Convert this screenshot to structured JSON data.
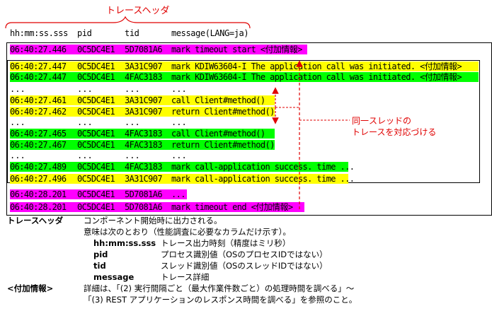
{
  "header_label": "トレースヘッダ",
  "columns": {
    "time": "hh:mm:ss.sss",
    "pid": "pid",
    "tid": "tid",
    "message": "message(LANG=ja)"
  },
  "rows": [
    {
      "time": "06:40:27.446",
      "pid": "0C5DC4E1",
      "tid": "5D7081A6",
      "msg": "mark timeout start <付加情報>",
      "color": "#ff00ff"
    },
    {
      "time": "06:40:27.447",
      "pid": "0C5DC4E1",
      "tid": "3A31C907",
      "msg": "mark KDIW63604-I The application call was initiated. <付加情報>",
      "color": "#ffff00"
    },
    {
      "time": "06:40:27.447",
      "pid": "0C5DC4E1",
      "tid": "4FAC3183",
      "msg": "mark KDIW63604-I The application call was initiated. <付加情報>",
      "color": "#00ff00"
    },
    {
      "time": "06:40:27.461",
      "pid": "0C5DC4E1",
      "tid": "3A31C907",
      "msg": "call Client#method()",
      "color": "#ffff00"
    },
    {
      "time": "06:40:27.462",
      "pid": "0C5DC4E1",
      "tid": "3A31C907",
      "msg": "return Client#method()",
      "color": "#ffff00"
    },
    {
      "time": "06:40:27.465",
      "pid": "0C5DC4E1",
      "tid": "4FAC3183",
      "msg": "call Client#method()",
      "color": "#00ff00"
    },
    {
      "time": "06:40:27.467",
      "pid": "0C5DC4E1",
      "tid": "4FAC3183",
      "msg": "return Client#method()",
      "color": "#00ff00"
    },
    {
      "time": "06:40:27.489",
      "pid": "0C5DC4E1",
      "tid": "4FAC3183",
      "msg": "mark call-application success. time ...",
      "color": "#00ff00"
    },
    {
      "time": "06:40:27.496",
      "pid": "0C5DC4E1",
      "tid": "3A31C907",
      "msg": "mark call-application success. time ...",
      "color": "#ffff00"
    },
    {
      "time": "06:40:28.201",
      "pid": "0C5DC4E1",
      "tid": "5D7081A6",
      "msg": "...",
      "color": "#ff00ff"
    },
    {
      "time": "06:40:28.201",
      "pid": "0C5DC4E1",
      "tid": "5D7081A6",
      "msg": "mark timeout end <付加情報>",
      "color": "#ff00ff"
    }
  ],
  "ellipsis": "...",
  "note": [
    "同一スレッドの",
    "トレースを対応づける"
  ],
  "legend": {
    "trace_header_term": "トレースヘッダ",
    "trace_header_desc1": "コンポーネント開始時に出力される。",
    "trace_header_desc2": "意味は次のとおり（性能調査に必要なカラムだけ示す）。",
    "fields": [
      {
        "name": "hh:mm:ss.sss",
        "desc": "トレース出力時刻（精度はミリ秒）"
      },
      {
        "name": "pid",
        "desc": "プロセス識別値（OSのプロセスIDではない）"
      },
      {
        "name": "tid",
        "desc": "スレッド識別値（OSのスレッドIDではない）"
      },
      {
        "name": "message",
        "desc": "トレース詳細"
      }
    ],
    "extra_term": "<付加情報>",
    "extra_desc1": "詳細は、「(2) 実行間隔ごと（最大作業件数ごと）の処理時間を調べる」～",
    "extra_desc2": "「(3) REST アプリケーションのレスポンス時間を調べる」を参照のこと。"
  }
}
